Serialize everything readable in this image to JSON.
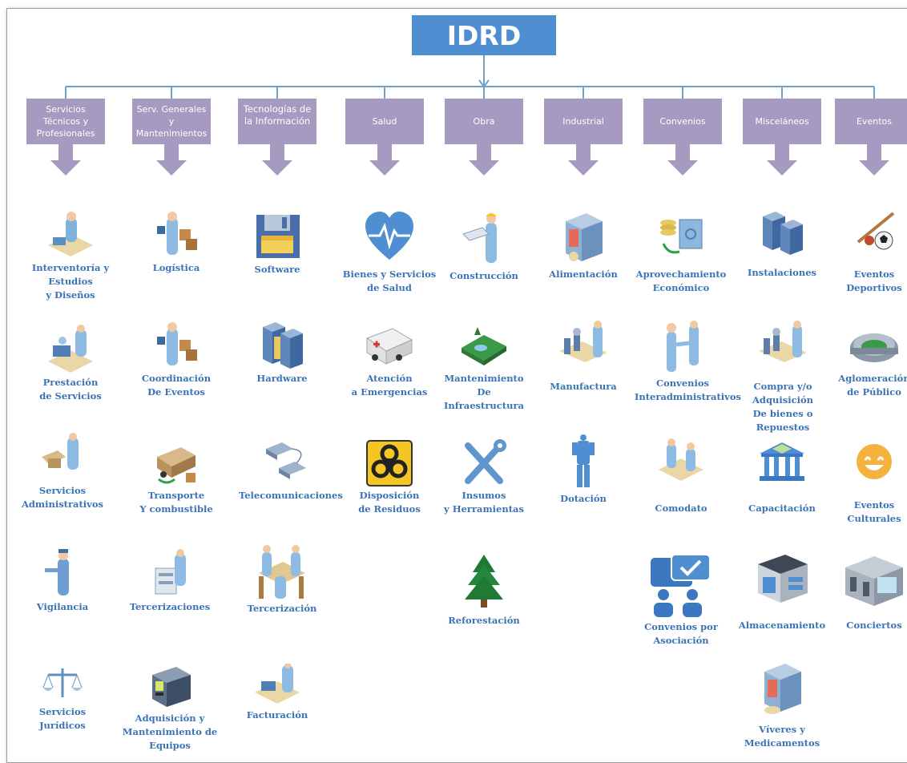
{
  "root": {
    "title": "IDRD"
  },
  "colors": {
    "root_box": "#4f8fd1",
    "category_box": "#a69ac0",
    "connector": "#6fa0c8",
    "label_text": "#3a73b6"
  },
  "categories": [
    {
      "label": "Servicios\nTécnicos y\nProfesionales",
      "items": [
        {
          "label": "Interventoría y\nEstudios\ny Diseños",
          "icon": "engineer-desk-icon"
        },
        {
          "label": "Prestación\nde Servicios",
          "icon": "service-desk-icon"
        },
        {
          "label": "Servicios\nAdministrativos",
          "icon": "admin-worker-icon"
        },
        {
          "label": "Vigilancia",
          "icon": "security-guard-icon"
        },
        {
          "label": "Servicios Jurídicos",
          "icon": "scales-of-justice-icon"
        }
      ]
    },
    {
      "label": "Serv. Generales\ny\nMantenimientos",
      "items": [
        {
          "label": "Logística",
          "icon": "logistics-boxes-icon"
        },
        {
          "label": "Coordinación\nDe Eventos",
          "icon": "event-coordinator-icon"
        },
        {
          "label": "Transporte\nY combustible",
          "icon": "delivery-truck-icon"
        },
        {
          "label": "Tercerizaciones",
          "icon": "outsourcing-worker-icon"
        },
        {
          "label": "Adquisición  y\nMantenimiento de\nEquipos",
          "icon": "equipment-rack-icon"
        }
      ]
    },
    {
      "label": "Tecnologías de\nla Información",
      "items": [
        {
          "label": "Software",
          "icon": "floppy-disk-icon"
        },
        {
          "label": "Hardware",
          "icon": "server-tower-icon"
        },
        {
          "label": "Telecomunicaciones",
          "icon": "telephone-network-icon"
        },
        {
          "label": "Tercerización",
          "icon": "meeting-table-icon"
        },
        {
          "label": "Facturación",
          "icon": "billing-desk-icon"
        }
      ]
    },
    {
      "label": "Salud",
      "items": [
        {
          "label": "Bienes y Servicios\nde Salud",
          "icon": "heartbeat-icon"
        },
        {
          "label": "Atención\na Emergencias",
          "icon": "ambulance-icon"
        },
        {
          "label": "Disposición\nde Residuos",
          "icon": "biohazard-icon"
        }
      ]
    },
    {
      "label": "Obra",
      "items": [
        {
          "label": "Construcción",
          "icon": "construction-worker-icon"
        },
        {
          "label": "Mantenimiento\nDe Infraestructura",
          "icon": "terrain-map-icon"
        },
        {
          "label": "Insumos\ny Herramientas",
          "icon": "tools-icon"
        },
        {
          "label": "Reforestación",
          "icon": "pine-tree-icon"
        }
      ]
    },
    {
      "label": "Industrial",
      "items": [
        {
          "label": "Alimentación",
          "icon": "food-vending-icon"
        },
        {
          "label": "Manufactura",
          "icon": "manufacturing-line-icon"
        },
        {
          "label": "Dotación",
          "icon": "uniform-figure-icon"
        }
      ]
    },
    {
      "label": "Convenios",
      "items": [
        {
          "label": "Aprovechamiento\nEconómico",
          "icon": "coins-safe-icon"
        },
        {
          "label": "Convenios\nInteradministrativos",
          "icon": "handshake-icon"
        },
        {
          "label": "Comodato",
          "icon": "contract-desk-icon"
        },
        {
          "label": "Convenios por\nAsociación",
          "icon": "association-chat-icon"
        }
      ]
    },
    {
      "label": "Misceláneos",
      "items": [
        {
          "label": "Instalaciones",
          "icon": "buildings-icon"
        },
        {
          "label": "Compra y/o Adquisición\nDe bienes o\nRepuestos",
          "icon": "purchase-line-icon"
        },
        {
          "label": "Capacitación",
          "icon": "training-institution-icon"
        },
        {
          "label": "Almacenamiento",
          "icon": "warehouse-icon"
        },
        {
          "label": "Víveres y\nMedicamentos",
          "icon": "pharmacy-shelf-icon"
        }
      ]
    },
    {
      "label": "Eventos",
      "items": [
        {
          "label": "Eventos\nDeportivos",
          "icon": "sports-equipment-icon"
        },
        {
          "label": "Aglomeración\nde Público",
          "icon": "stadium-icon"
        },
        {
          "label": "Eventos\nCulturales",
          "icon": "smiley-icon"
        },
        {
          "label": "Conciertos",
          "icon": "concert-stage-icon"
        }
      ]
    }
  ]
}
